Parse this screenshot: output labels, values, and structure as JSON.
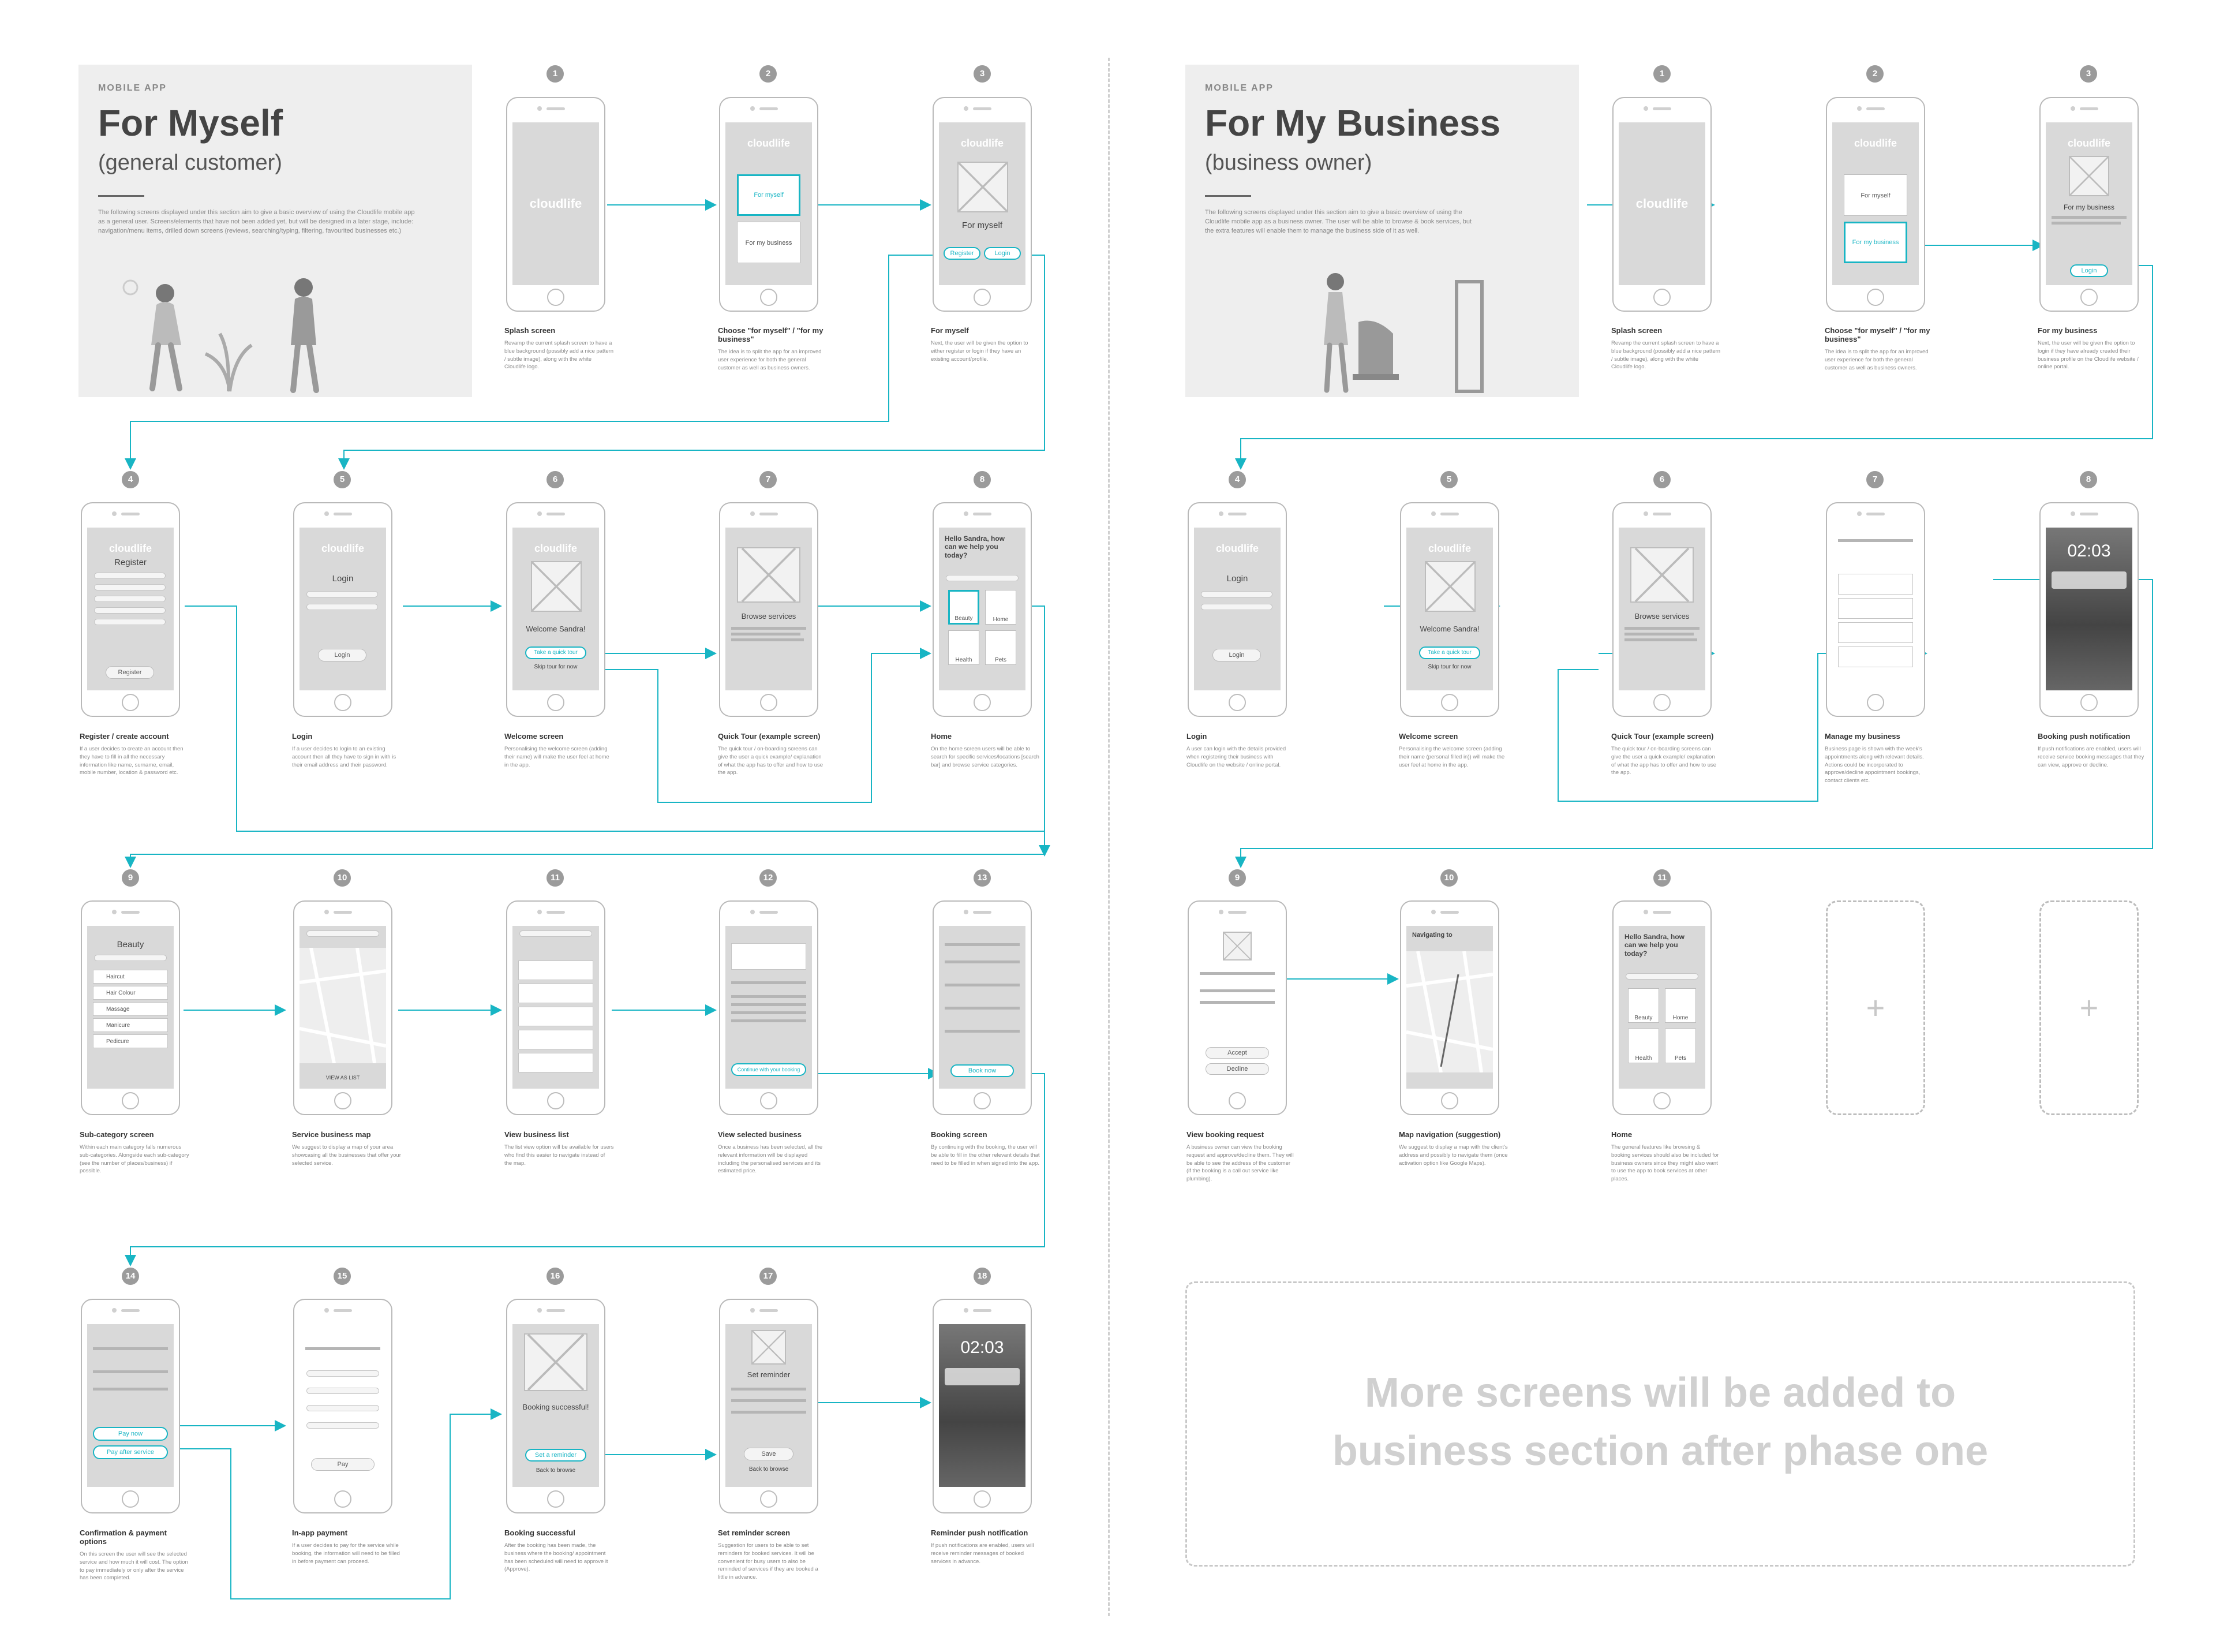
{
  "colors": {
    "accent": "#18b5c4",
    "badge": "#9b9b9b",
    "screen": "#d9d9d9"
  },
  "left": {
    "kicker": "MOBILE APP",
    "title": "For Myself",
    "subtitle": "(general customer)",
    "description": "The following screens displayed under this section aim to give a basic overview of using the Cloudlife mobile app as a general user. Screens/elements that have not been added yet, but will be designed in a later stage, include: navigation/menu items, drilled down screens (reviews, searching/typing, filtering, favourited businesses etc.)"
  },
  "right": {
    "kicker": "MOBILE APP",
    "title": "For My Business",
    "subtitle": "(business owner)",
    "description": "The following screens displayed under this section aim to give a basic overview of using the Cloudlife mobile app as a business owner. The user will be able to browse & book services, but the extra features will enable them to manage the business side of it as well."
  },
  "more_note": {
    "line1": "More screens will be added to",
    "line2": "business section after phase one"
  },
  "app": {
    "logo": "cloudlife",
    "for_myself": "For myself",
    "for_my_business": "For my business",
    "register": "Register",
    "login": "Login",
    "welcome": "Welcome Sandra!",
    "take_tour": "Take a quick tour",
    "skip_tour": "Skip tour for now",
    "browse": "Browse services",
    "greeting": "Hello Sandra, how can we help you today?",
    "beauty": "Beauty",
    "home": "Home",
    "health": "Health",
    "pets": "Pets",
    "haircut": "Haircut",
    "hair_colour": "Hair Colour",
    "massage": "Massage",
    "manicure": "Manicure",
    "pedicure": "Pedicure",
    "continue_booking": "Continue with your booking",
    "book_now": "Book now",
    "pay_now": "Pay now",
    "pay_after": "Pay after service",
    "pay": "Pay",
    "booking_success": "Booking successful!",
    "set_reminder": "Set a reminder",
    "back_browse": "Back to browse",
    "set_reminder_title": "Set reminder",
    "save": "Save",
    "lock_time": "02:03",
    "accept": "Accept",
    "decline": "Decline",
    "navigating": "Navigating to",
    "view_as_list": "VIEW AS LIST"
  },
  "steps_left": [
    {
      "num": "1",
      "title": "Splash screen",
      "desc": "Revamp the current splash screen to have a blue background (possibly add a nice pattern / subtle image), along with the white Cloudlife logo."
    },
    {
      "num": "2",
      "title": "Choose \"for myself\" / \"for my business\"",
      "desc": "The idea is to split the app for an improved user experience for both the general customer as well as business owners."
    },
    {
      "num": "3",
      "title": "For myself",
      "desc": "Next, the user will be given the option to either register or login if they have an existing account/profile."
    },
    {
      "num": "4",
      "title": "Register / create account",
      "desc": "If a user decides to create an account then they have to fill in all the necessary information like name, surname, email, mobile number, location & password etc."
    },
    {
      "num": "5",
      "title": "Login",
      "desc": "If a user decides to login to an existing account then all they have to sign in with is their email address and their password."
    },
    {
      "num": "6",
      "title": "Welcome screen",
      "desc": "Personalising the welcome screen (adding their name) will make the user feel at home in the app."
    },
    {
      "num": "7",
      "title": "Quick Tour (example screen)",
      "desc": "The quick tour / on-boarding screens can give the user a quick example/ explanation of what the app has to offer and how to use the app."
    },
    {
      "num": "8",
      "title": "Home",
      "desc": "On the home screen users will be able to search for specific services/locations [search bar] and browse service categories."
    },
    {
      "num": "9",
      "title": "Sub-category screen",
      "desc": "Within each main category falls numerous sub-categories. Alongside each sub-category (see the number of places/business) if possible."
    },
    {
      "num": "10",
      "title": "Service business map",
      "desc": "We suggest to display a map of your area showcasing all the businesses that offer your selected service."
    },
    {
      "num": "11",
      "title": "View business list",
      "desc": "The list view option will be available for users who find this easier to navigate instead of the map."
    },
    {
      "num": "12",
      "title": "View selected business",
      "desc": "Once a business has been selected, all the relevant information will be displayed including the personalised services and its estimated price."
    },
    {
      "num": "13",
      "title": "Booking screen",
      "desc": "By continuing with the booking, the user will be able to fill in the other relevant details that need to be filled in when signed into the app."
    },
    {
      "num": "14",
      "title": "Confirmation & payment options",
      "desc": "On this screen the user will see the selected service and how much it will cost. The option to pay immediately or only after the service has been completed."
    },
    {
      "num": "15",
      "title": "In-app payment",
      "desc": "If a user decides to pay for the service while booking, the information will need to be filled in before payment can proceed."
    },
    {
      "num": "16",
      "title": "Booking successful",
      "desc": "After the booking has been made, the business where the booking/ appointment has been scheduled will need to approve it (Approve)."
    },
    {
      "num": "17",
      "title": "Set reminder screen",
      "desc": "Suggestion for users to be able to set reminders for booked services. It will be convenient for busy users to also be reminded of services if they are booked a little in advance."
    },
    {
      "num": "18",
      "title": "Reminder push notification",
      "desc": "If push notifications are enabled, users will receive reminder messages of booked services in advance."
    }
  ],
  "steps_right": [
    {
      "num": "1",
      "title": "Splash screen",
      "desc": "Revamp the current splash screen to have a blue background (possibly add a nice pattern / subtle image), along with the white Cloudlife logo."
    },
    {
      "num": "2",
      "title": "Choose \"for myself\" / \"for my business\"",
      "desc": "The idea is to split the app for an improved user experience for both the general customer as well as business owners."
    },
    {
      "num": "3",
      "title": "For my business",
      "desc": "Next, the user will be given the option to login if they have already created their business profile on the Cloudlife website / online portal."
    },
    {
      "num": "4",
      "title": "Login",
      "desc": "A user can login with the details provided when registering their business with Cloudlife on the website / online portal."
    },
    {
      "num": "5",
      "title": "Welcome screen",
      "desc": "Personalising the welcome screen (adding their name (personal filled in)) will make the user feel at home in the app."
    },
    {
      "num": "6",
      "title": "Quick Tour (example screen)",
      "desc": "The quick tour / on-boarding screens can give the user a quick example/ explanation of what the app has to offer and how to use the app."
    },
    {
      "num": "7",
      "title": "Manage my business",
      "desc": "Business page is shown with the week's appointments along with relevant details. Actions could be incorporated to approve/decline appointment bookings, contact clients etc."
    },
    {
      "num": "8",
      "title": "Booking push notification",
      "desc": "If push notifications are enabled, users will receive service booking messages that they can view, approve or decline."
    },
    {
      "num": "9",
      "title": "View booking request",
      "desc": "A business owner can view the booking request and approve/decline them. They will be able to see the address of the customer (if the booking is a call out service like plumbing)."
    },
    {
      "num": "10",
      "title": "Map navigation (suggestion)",
      "desc": "We suggest to display a map with the client's address and possibly to navigate them (once activation option like Google Maps)."
    },
    {
      "num": "11",
      "title": "Home",
      "desc": "The general features like browsing & booking services should also be included for business owners since they might also want to use the app to book services at other places."
    }
  ]
}
